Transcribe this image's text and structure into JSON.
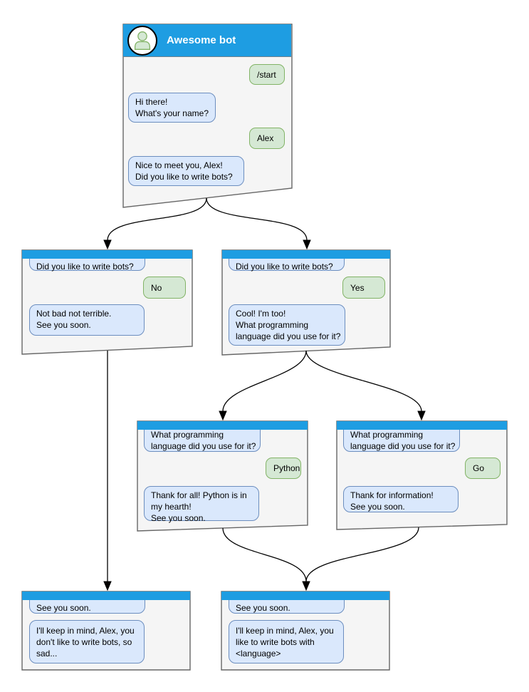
{
  "diagram": {
    "type": "chatbot-conversation-flow",
    "colors": {
      "header_blue": "#1E9DE2",
      "window_body": "#F5F5F5",
      "window_border": "#666666",
      "bot_bubble_fill": "#DAE8FC",
      "bot_bubble_border": "#6C8EBF",
      "user_bubble_fill": "#D5E8D4",
      "user_bubble_border": "#82B366",
      "arrow": "#000000"
    },
    "windows": [
      {
        "id": "start",
        "title": "Awesome bot",
        "avatar_icon": "person-icon",
        "messages": [
          {
            "from": "user",
            "text": "/start"
          },
          {
            "from": "bot",
            "text": "Hi there!\nWhat's your name?"
          },
          {
            "from": "user",
            "text": "Alex"
          },
          {
            "from": "bot",
            "text": "Nice to meet you, Alex!\nDid you like to write bots?"
          }
        ]
      },
      {
        "id": "branch-no",
        "messages": [
          {
            "from": "bot",
            "text": "Did you like to write bots?"
          },
          {
            "from": "user",
            "text": "No"
          },
          {
            "from": "bot",
            "text": "Not bad not terrible.\nSee you soon."
          }
        ]
      },
      {
        "id": "branch-yes",
        "messages": [
          {
            "from": "bot",
            "text": "Did you like to write bots?"
          },
          {
            "from": "user",
            "text": "Yes"
          },
          {
            "from": "bot",
            "text": "Cool! I'm too!\nWhat programming\nlanguage did you use for it?"
          }
        ]
      },
      {
        "id": "lang-python",
        "messages": [
          {
            "from": "bot",
            "text": "What programming\nlanguage did you use for it?"
          },
          {
            "from": "user",
            "text": "Python"
          },
          {
            "from": "bot",
            "text": "Thank for all! Python is in\nmy hearth!\nSee you soon."
          }
        ]
      },
      {
        "id": "lang-go",
        "messages": [
          {
            "from": "bot",
            "text": "What programming\nlanguage did you use for it?"
          },
          {
            "from": "user",
            "text": "Go"
          },
          {
            "from": "bot",
            "text": "Thank for information!\nSee you soon."
          }
        ]
      },
      {
        "id": "end-no",
        "messages": [
          {
            "from": "bot",
            "text": "See you soon."
          },
          {
            "from": "bot",
            "text": "I'll keep in mind, Alex, you\ndon't like to write bots, so\nsad..."
          }
        ]
      },
      {
        "id": "end-yes",
        "messages": [
          {
            "from": "bot",
            "text": "See you soon."
          },
          {
            "from": "bot",
            "text": "I'll keep in mind, Alex, you\nlike to write bots with\n<language>"
          }
        ]
      }
    ],
    "edges": [
      {
        "from": "start",
        "to": "branch-no"
      },
      {
        "from": "start",
        "to": "branch-yes"
      },
      {
        "from": "branch-no",
        "to": "end-no"
      },
      {
        "from": "branch-yes",
        "to": "lang-python"
      },
      {
        "from": "branch-yes",
        "to": "lang-go"
      },
      {
        "from": "lang-python",
        "to": "end-yes"
      },
      {
        "from": "lang-go",
        "to": "end-yes"
      }
    ]
  }
}
